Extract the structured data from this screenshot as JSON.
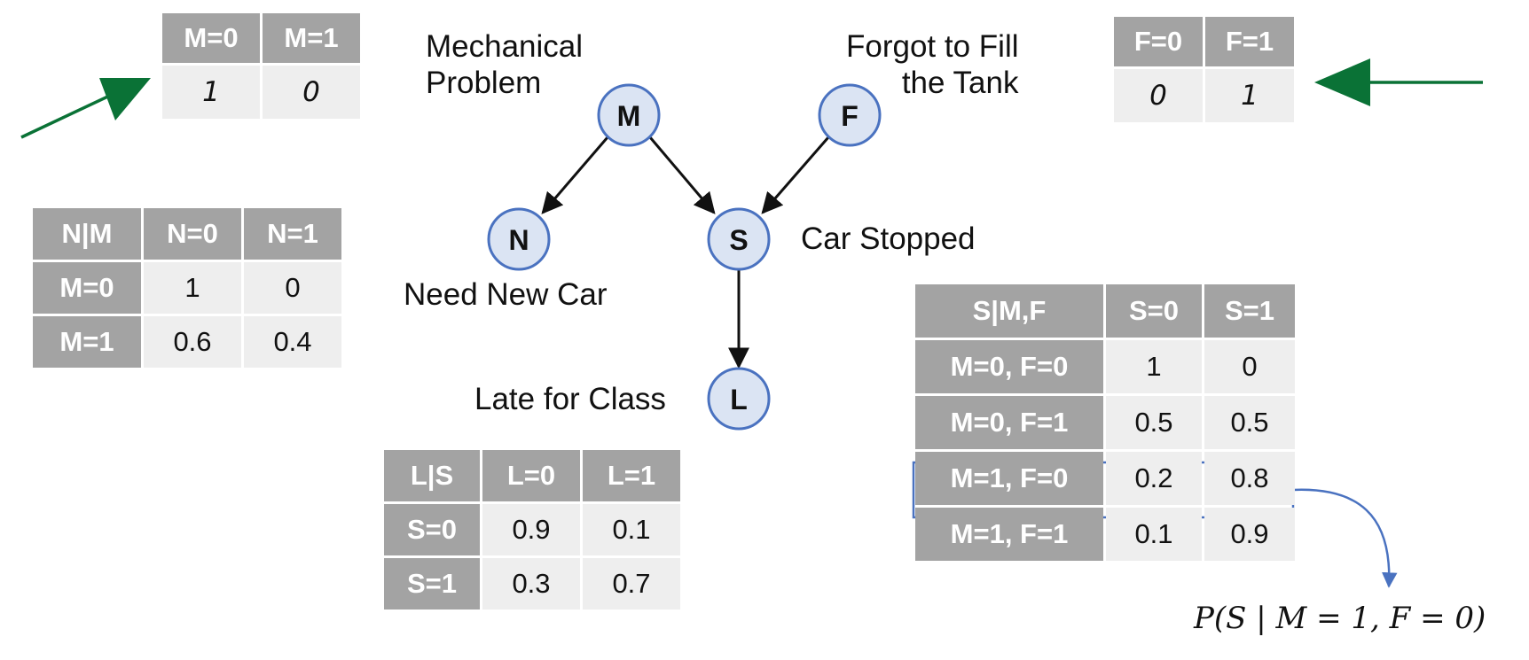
{
  "nodes": {
    "M": {
      "letter": "M",
      "label_lines": [
        "Mechanical",
        "Problem"
      ]
    },
    "F": {
      "letter": "F",
      "label_lines": [
        "Forgot to Fill",
        "the Tank"
      ]
    },
    "N": {
      "letter": "N",
      "label": "Need New Car"
    },
    "S": {
      "letter": "S",
      "label": "Car Stopped"
    },
    "L": {
      "letter": "L",
      "label": "Late for Class"
    }
  },
  "edges": [
    [
      "M",
      "N"
    ],
    [
      "M",
      "S"
    ],
    [
      "F",
      "S"
    ],
    [
      "S",
      "L"
    ]
  ],
  "tables": {
    "M": {
      "headers": [
        "M=0",
        "M=1"
      ],
      "values": [
        "1",
        "0"
      ]
    },
    "F": {
      "headers": [
        "F=0",
        "F=1"
      ],
      "values": [
        "0",
        "1"
      ]
    },
    "N_given_M": {
      "headers": [
        "N|M",
        "N=0",
        "N=1"
      ],
      "rows": [
        [
          "M=0",
          "1",
          "0"
        ],
        [
          "M=1",
          "0.6",
          "0.4"
        ]
      ]
    },
    "L_given_S": {
      "headers": [
        "L|S",
        "L=0",
        "L=1"
      ],
      "rows": [
        [
          "S=0",
          "0.9",
          "0.1"
        ],
        [
          "S=1",
          "0.3",
          "0.7"
        ]
      ]
    },
    "S_given_MF": {
      "headers": [
        "S|M,F",
        "S=0",
        "S=1"
      ],
      "rows": [
        [
          "M=0, F=0",
          "1",
          "0"
        ],
        [
          "M=0, F=1",
          "0.5",
          "0.5"
        ],
        [
          "M=1, F=0",
          "0.2",
          "0.8"
        ],
        [
          "M=1, F=1",
          "0.1",
          "0.9"
        ]
      ],
      "highlighted_row": 2
    }
  },
  "formula": "P(S | M = 1, F = 0)",
  "colors": {
    "node_fill": "#dbe4f3",
    "node_stroke": "#4a72c0",
    "header_fill": "#a3a3a3",
    "cell_fill": "#eeeeee",
    "arrow_green": "#0a7236",
    "highlight_blue": "#4a72c0"
  }
}
